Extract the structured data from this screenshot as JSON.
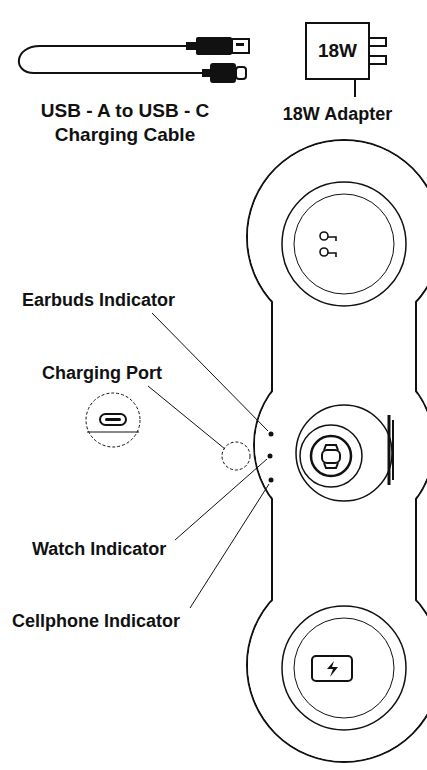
{
  "diagram": {
    "nodes": [
      {
        "text": [
          "18W",
          "18W Adapter"
        ]
      }
    ],
    "labels": [
      "USB - A to USB - C Charging Cable",
      "Earbuds Indicator",
      "Charging Port",
      "Watch Indicator",
      "Cellphone Indicator"
    ]
  }
}
